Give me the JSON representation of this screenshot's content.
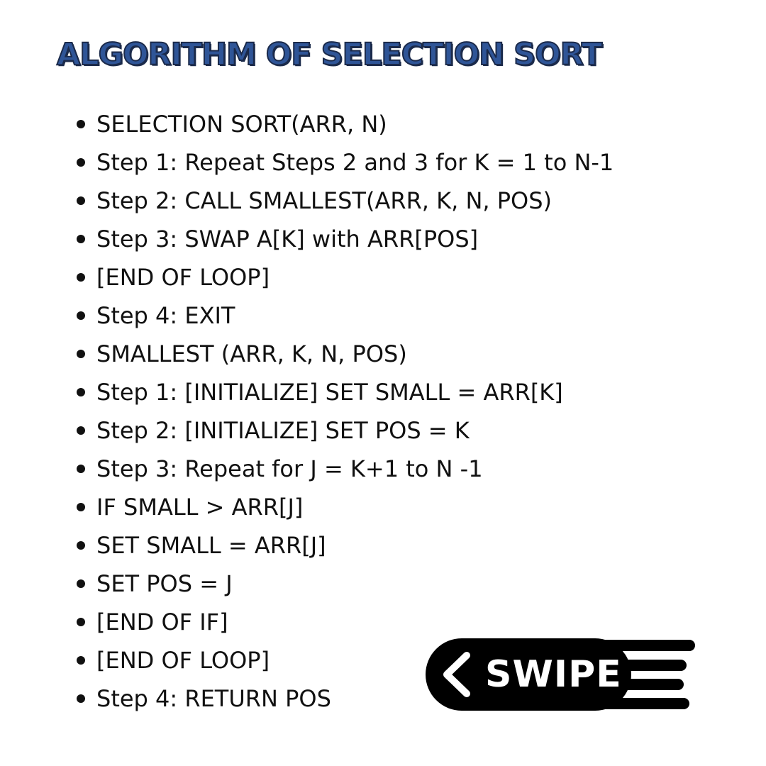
{
  "title": "ALGORITHM OF SELECTION SORT",
  "steps": [
    "SELECTION SORT(ARR, N)",
    "Step 1: Repeat Steps 2 and 3 for K = 1 to N-1",
    "Step 2: CALL SMALLEST(ARR, K, N, POS)",
    "Step 3: SWAP A[K] with ARR[POS]",
    "[END OF LOOP]",
    "Step 4: EXIT",
    "SMALLEST (ARR, K, N, POS)",
    "Step 1: [INITIALIZE] SET SMALL = ARR[K]",
    "Step 2: [INITIALIZE] SET POS = K",
    "Step 3: Repeat for J = K+1 to N -1",
    "IF SMALL > ARR[J]",
    "SET SMALL = ARR[J]",
    "SET POS = J",
    "[END OF IF]",
    "[END OF LOOP]",
    "Step 4: RETURN POS"
  ],
  "swipe": {
    "label": "SWIPE",
    "icon": "chevron-left-icon"
  },
  "colors": {
    "title_fill": "#2f5597",
    "title_outline": "#1b2a4a",
    "text": "#111111",
    "badge": "#000000",
    "badge_text": "#ffffff"
  }
}
